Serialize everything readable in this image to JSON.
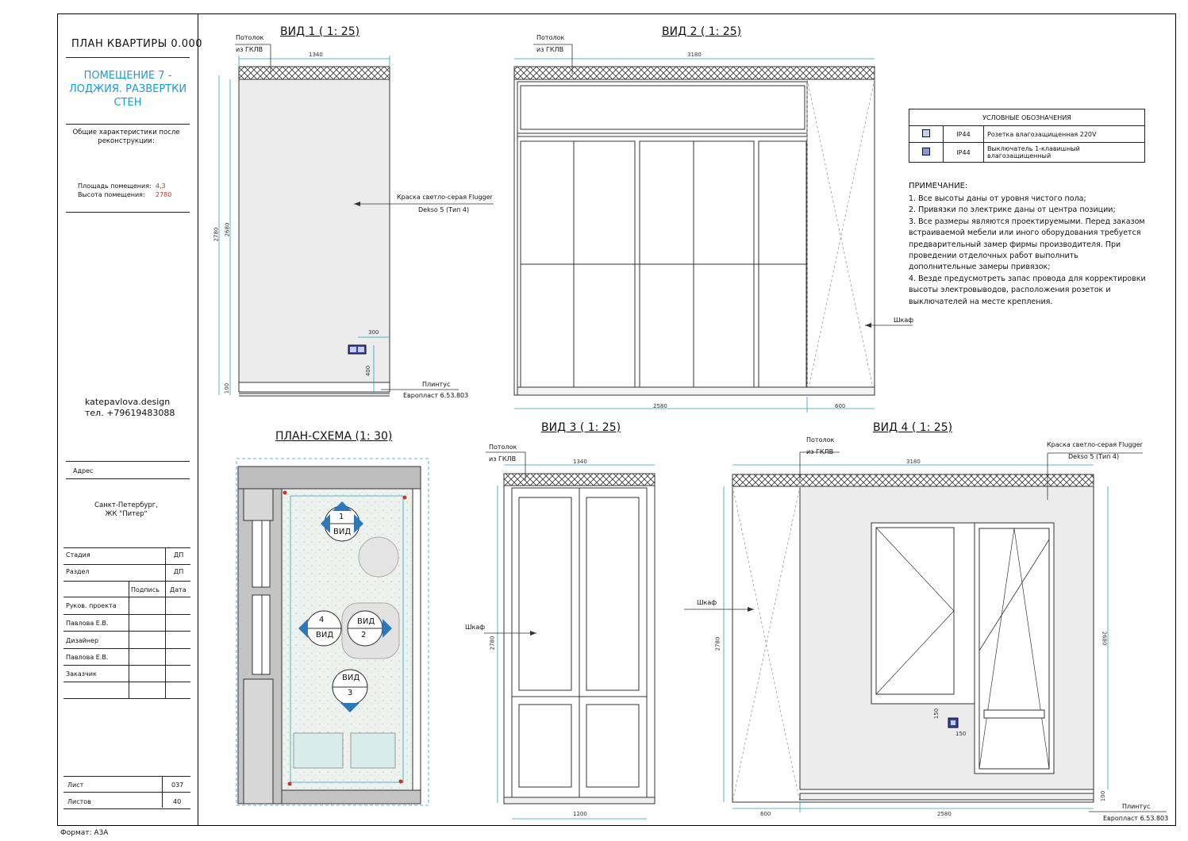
{
  "sidebar": {
    "plan_title": "ПЛАН КВАРТИРЫ 0.000",
    "room_title": "ПОМЕЩЕНИЕ 7 - ЛОДЖИЯ. РАЗВЕРТКИ СТЕН",
    "characteristics": "Общие характеристики после реконструкции:",
    "area_label": "Площадь помещения:",
    "area_value": "4,3",
    "height_label": "Высота помещения:",
    "height_value": "2780",
    "website": "katepavlova.design",
    "phone": "тел. +79619483088",
    "address_label": "Адрес",
    "address_line1": "Санкт-Петербург,",
    "address_line2": "ЖК \"Питер\"",
    "stage_label": "Стадия",
    "stage_value": "ДП",
    "section_label": "Раздел",
    "section_value": "ДП",
    "signature_label": "Подпись",
    "date_label": "Дата",
    "roles": [
      "Руков. проекта",
      "Павлова Е.В.",
      "Дизайнер",
      "Павлова Е.В.",
      "Заказчик"
    ],
    "sheet_label": "Лист",
    "sheet_value": "037",
    "sheets_label": "Листов",
    "sheets_value": "40"
  },
  "format": "Формат: А3А",
  "view1": {
    "title": "ВИД 1 ( 1: 25)",
    "ceiling": "Потолок",
    "ceiling2": "из ГКЛВ",
    "width": "1340",
    "h_total": "2780",
    "h_inner": "2680",
    "paint1": "Краска светло-серая Flugger",
    "paint2": "Dekso 5 (Тип 4)",
    "d300": "300",
    "d400": "400",
    "d100": "100",
    "plinth1": "Плинтус",
    "plinth2": "Европласт 6.53.803"
  },
  "view2": {
    "title": "ВИД 2 ( 1: 25)",
    "ceiling": "Потолок",
    "ceiling2": "из ГКЛВ",
    "width": "3180",
    "w_left": "2580",
    "w_right": "600",
    "cabinet": "Шкаф"
  },
  "legend": {
    "title": "УСЛОВНЫЕ ОБОЗНАЧЕНИЯ",
    "rows": [
      {
        "code": "IP44",
        "desc": "Розетка влагозащищенная 220V"
      },
      {
        "code": "IP44",
        "desc": "Выключатель 1-клавишный влагозащищенный"
      }
    ]
  },
  "notes": {
    "title": "ПРИМЕЧАНИЕ:",
    "items": [
      "1.  Все высоты даны от уровня чистого пола;",
      "2.  Привязки по электрике даны от центра позиции;",
      "3.  Все размеры являются проектируемыми. Перед заказом",
      "     встраиваемой мебели или иного оборудования требуется",
      "     предварительный замер фирмы производителя. При",
      "     проведении отделочных работ выполнить",
      "     дополнительные замеры привязок;",
      "4.  Везде предусмотреть запас провода для корректировки",
      "     высоты электровыводов, расположения розеток и",
      "     выключателей на месте крепления."
    ]
  },
  "plan": {
    "title": "ПЛАН-СХЕМА (1: 30)",
    "v1_num": "1",
    "v1_text": "ВИД",
    "v4_num": "4",
    "v4_text": "ВИД",
    "v2_num": "2",
    "v2_text": "ВИД",
    "v3_num": "3",
    "v3_text": "ВИД"
  },
  "view3": {
    "title": "ВИД 3 ( 1: 25)",
    "ceiling": "Потолок",
    "ceiling2": "из ГКЛВ",
    "width": "1340",
    "width_bottom": "1200",
    "height": "2780",
    "cabinet": "Шкаф"
  },
  "view4": {
    "title": "ВИД 4 ( 1: 25)",
    "ceiling": "Потолок",
    "ceiling2": "из ГКЛВ",
    "width": "3180",
    "w_left": "600",
    "w_right": "2580",
    "height": "2780",
    "h_inner": "2680",
    "paint1": "Краска светло-серая Flugger",
    "paint2": "Dekso 5 (Тип 4)",
    "cabinet": "Шкаф",
    "d150a": "150",
    "d150b": "150",
    "d100": "100",
    "plinth1": "Плинтус",
    "plinth2": "Европласт 6.53.803"
  },
  "colors": {
    "accent": "#1a9bd7",
    "wall": "#ececec",
    "dim": "#2aa0b8"
  }
}
